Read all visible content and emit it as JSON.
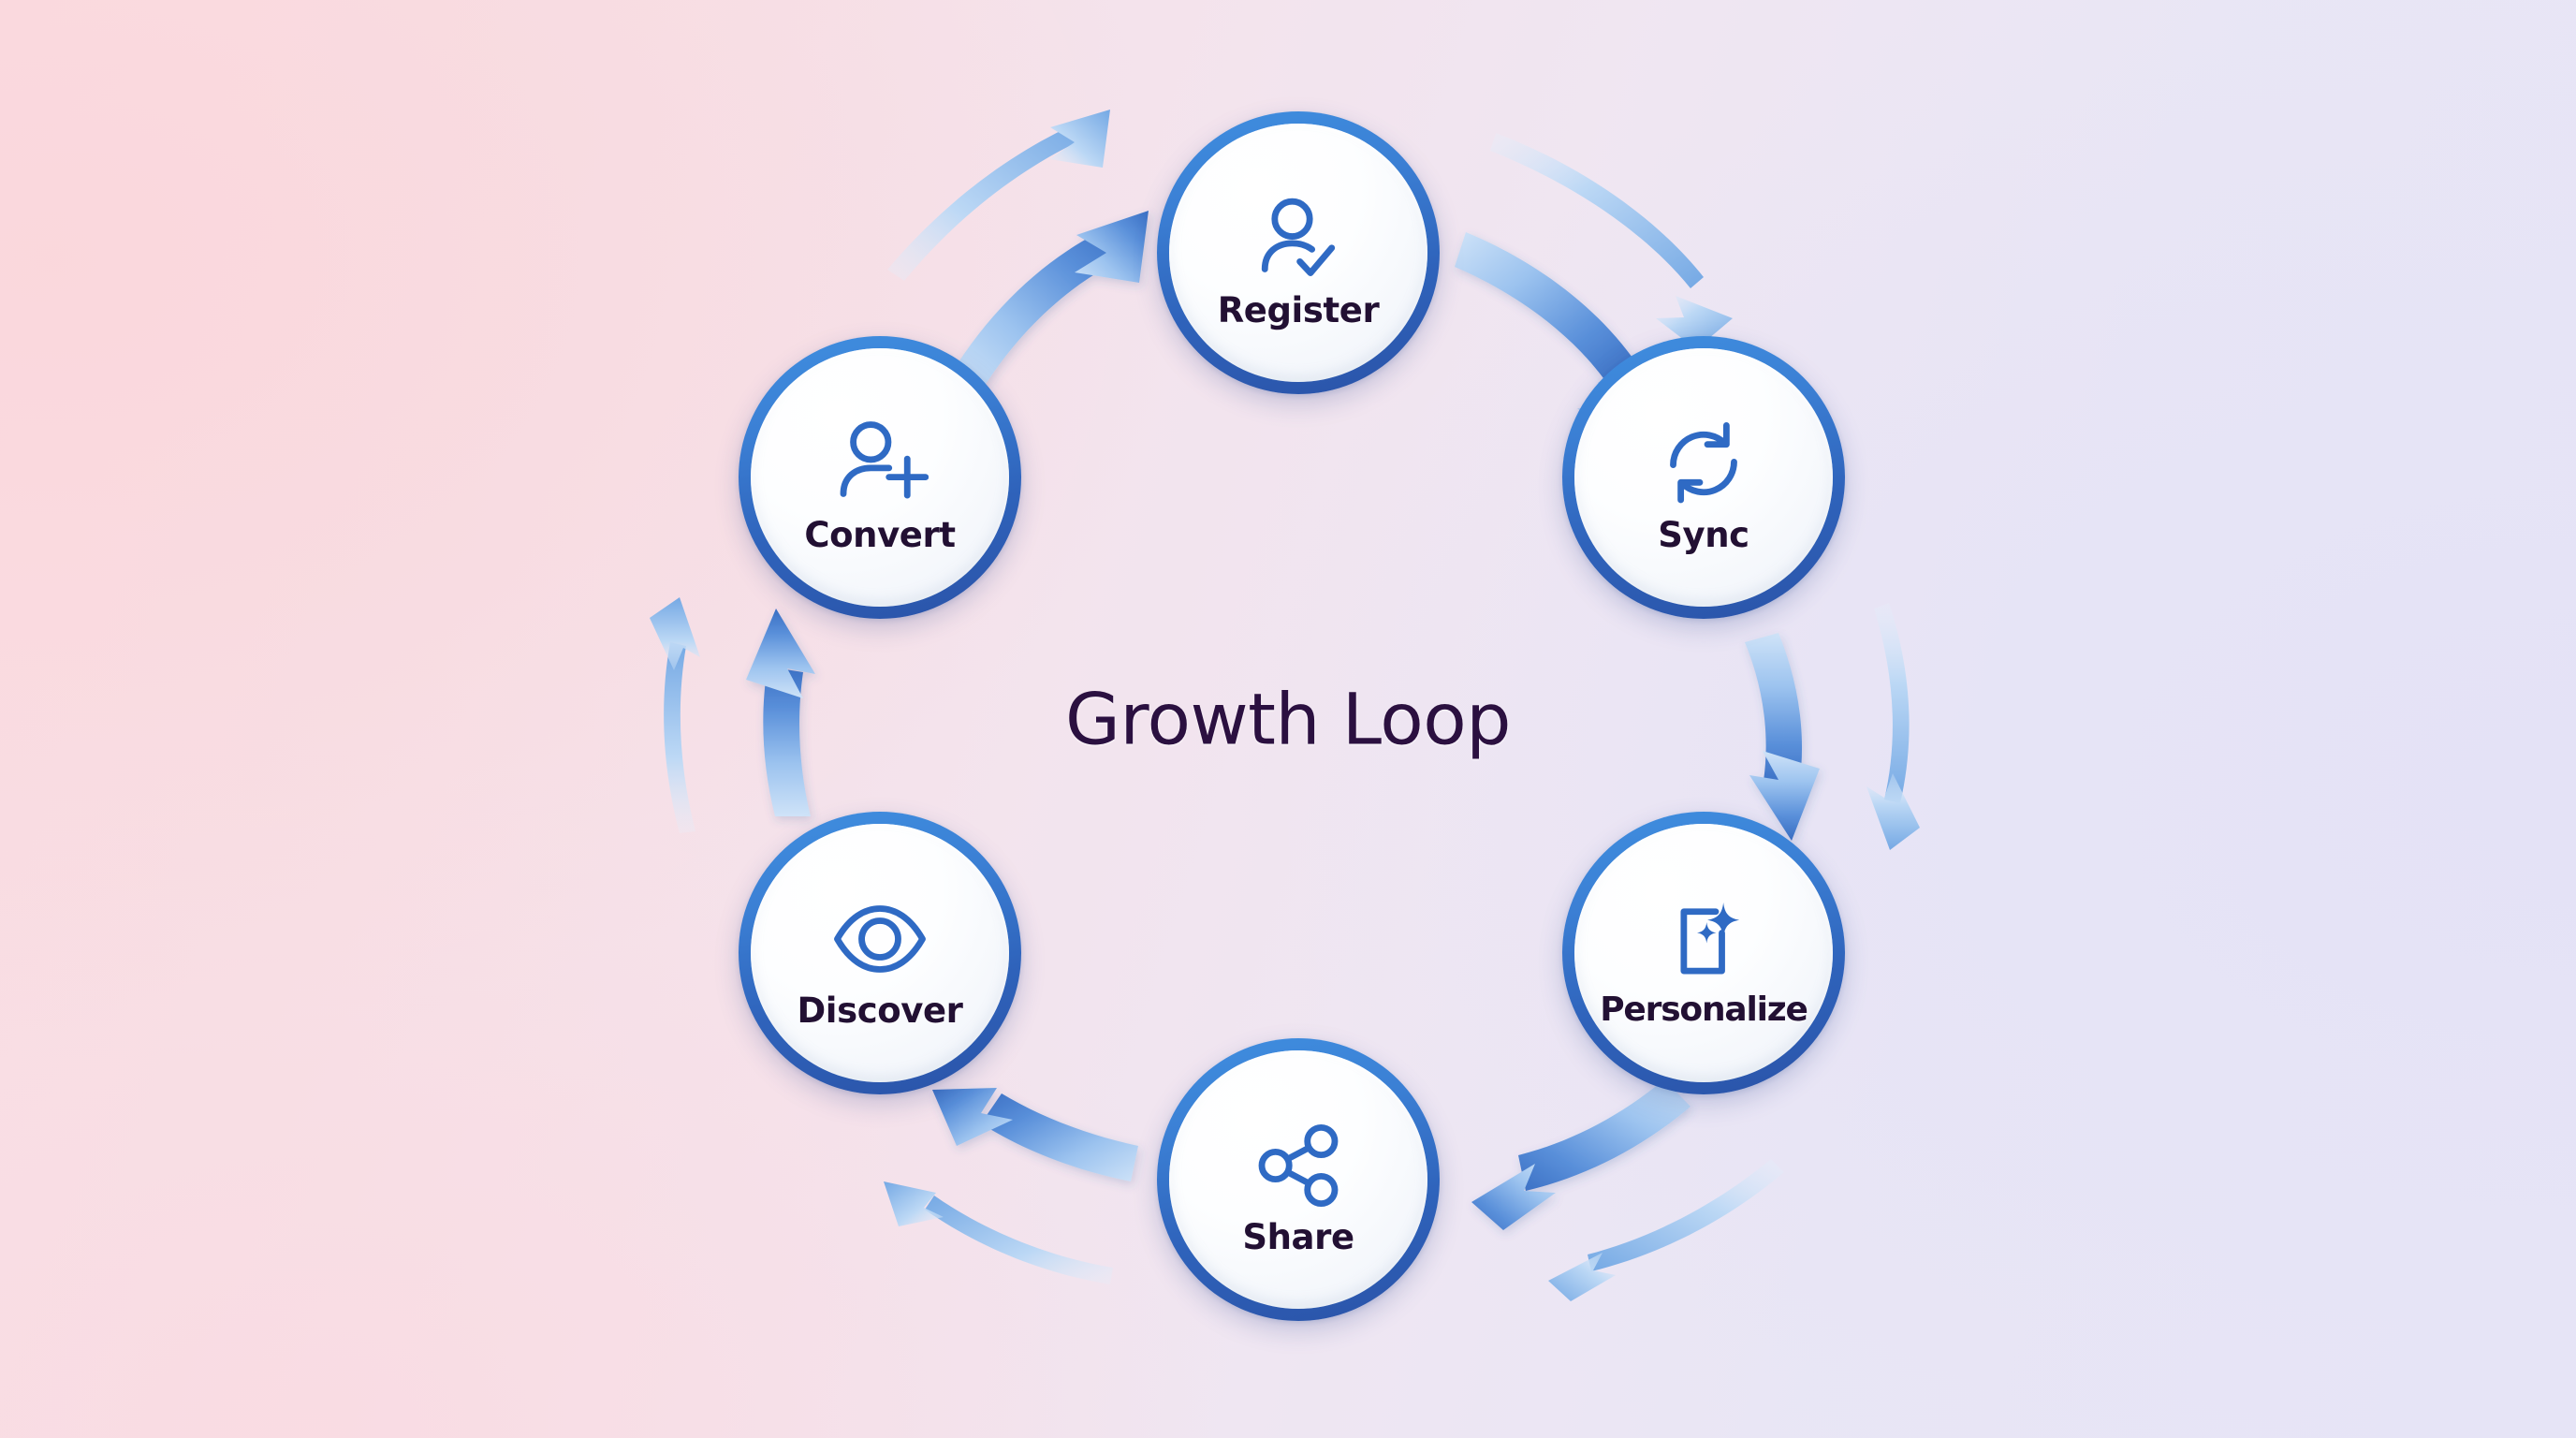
{
  "diagram": {
    "center_title": "Growth Loop",
    "type": "cycle",
    "direction": "clockwise",
    "node_count": 6,
    "colors": {
      "ring_blue": "#2f63bb",
      "icon_blue": "#2f6ac4",
      "label_navy": "#221033",
      "title_purple": "#2b1040",
      "glow_cyan": "#78c3ff",
      "arrow_light": "#a9cdf2",
      "arrow_dark": "#3a6fc4",
      "bg_pink": "#fadde3",
      "bg_lavender": "#e7e5f6"
    }
  },
  "nodes": [
    {
      "id": "register",
      "label": "Register",
      "icon": "user-check-icon",
      "order": 1,
      "position": "top"
    },
    {
      "id": "sync",
      "label": "Sync",
      "icon": "sync-arrows-icon",
      "order": 2,
      "position": "top-right"
    },
    {
      "id": "personalize",
      "label": "Personalize",
      "icon": "document-sparkle-icon",
      "order": 3,
      "position": "bottom-right"
    },
    {
      "id": "share",
      "label": "Share",
      "icon": "share-nodes-icon",
      "order": 4,
      "position": "bottom"
    },
    {
      "id": "discover",
      "label": "Discover",
      "icon": "eye-icon",
      "order": 5,
      "position": "bottom-left"
    },
    {
      "id": "convert",
      "label": "Convert",
      "icon": "user-plus-icon",
      "order": 6,
      "position": "top-left"
    }
  ],
  "connectors": [
    {
      "id": "convert-to-register",
      "from": "Convert",
      "to": "Register"
    },
    {
      "id": "register-to-sync",
      "from": "Register",
      "to": "Sync"
    },
    {
      "id": "sync-to-personalize",
      "from": "Sync",
      "to": "Personalize"
    },
    {
      "id": "personalize-to-share",
      "from": "Personalize",
      "to": "Share"
    },
    {
      "id": "share-to-discover",
      "from": "Share",
      "to": "Discover"
    },
    {
      "id": "discover-to-convert",
      "from": "Discover",
      "to": "Convert"
    }
  ]
}
